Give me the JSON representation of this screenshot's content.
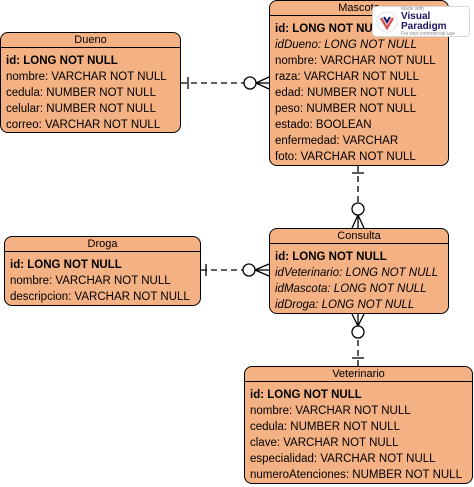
{
  "entities": {
    "dueno": {
      "title": "Dueno",
      "attributes": [
        "id: LONG NOT NULL",
        "nombre: VARCHAR NOT NULL",
        "cedula: NUMBER NOT NULL",
        "celular: NUMBER NOT NULL",
        "correo: VARCHAR NOT NULL"
      ]
    },
    "mascota": {
      "title": "Mascota",
      "attributes": [
        "id: LONG NOT NULL",
        "idDueno: LONG NOT NULL",
        "nombre: VARCHAR NOT NULL",
        "raza: VARCHAR NOT NULL",
        "edad: NUMBER NOT NULL",
        "peso: NUMBER NOT NULL",
        "estado: BOOLEAN",
        "enfermedad: VARCHAR",
        "foto: VARCHAR NOT NULL"
      ]
    },
    "droga": {
      "title": "Droga",
      "attributes": [
        "id: LONG NOT NULL",
        "nombre: VARCHAR NOT NULL",
        "descripcion: VARCHAR NOT NULL"
      ]
    },
    "consulta": {
      "title": "Consulta",
      "attributes": [
        "id: LONG NOT NULL",
        "idVeterinario: LONG NOT NULL",
        "idMascota: LONG NOT NULL",
        "idDroga: LONG NOT NULL"
      ]
    },
    "veterinario": {
      "title": "Veterinario",
      "attributes": [
        "id: LONG NOT NULL",
        "nombre: VARCHAR NOT NULL",
        "cedula: NUMBER NOT NULL",
        "clave: VARCHAR NOT NULL",
        "especialidad: VARCHAR NOT NULL",
        "numeroAtenciones: NUMBER NOT NULL"
      ]
    }
  },
  "watermark": {
    "small": "Made with",
    "brand": "Visual Paradigm",
    "note": "For non-commercial use"
  },
  "colors": {
    "entity_fill": "#f4b183",
    "line": "#000000"
  }
}
